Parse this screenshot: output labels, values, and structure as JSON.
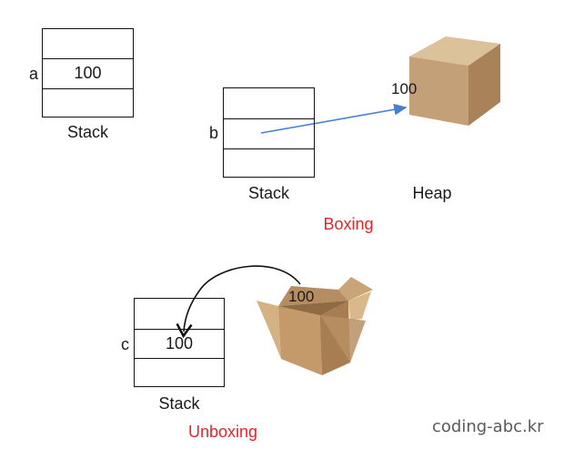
{
  "stack1": {
    "var_label": "a",
    "value": "100",
    "caption": "Stack"
  },
  "stack2": {
    "var_label": "b",
    "caption": "Stack"
  },
  "heap": {
    "value": "100",
    "caption": "Heap"
  },
  "boxing_label": "Boxing",
  "stack3": {
    "var_label": "c",
    "value": "100",
    "caption": "Stack"
  },
  "open_box": {
    "value": "100"
  },
  "unboxing_label": "Unboxing",
  "watermark": "coding-abc.kr",
  "colors": {
    "arrow_blue": "#4a7fd0",
    "label_red": "#e8232a",
    "box_tan": "#c4a078"
  }
}
